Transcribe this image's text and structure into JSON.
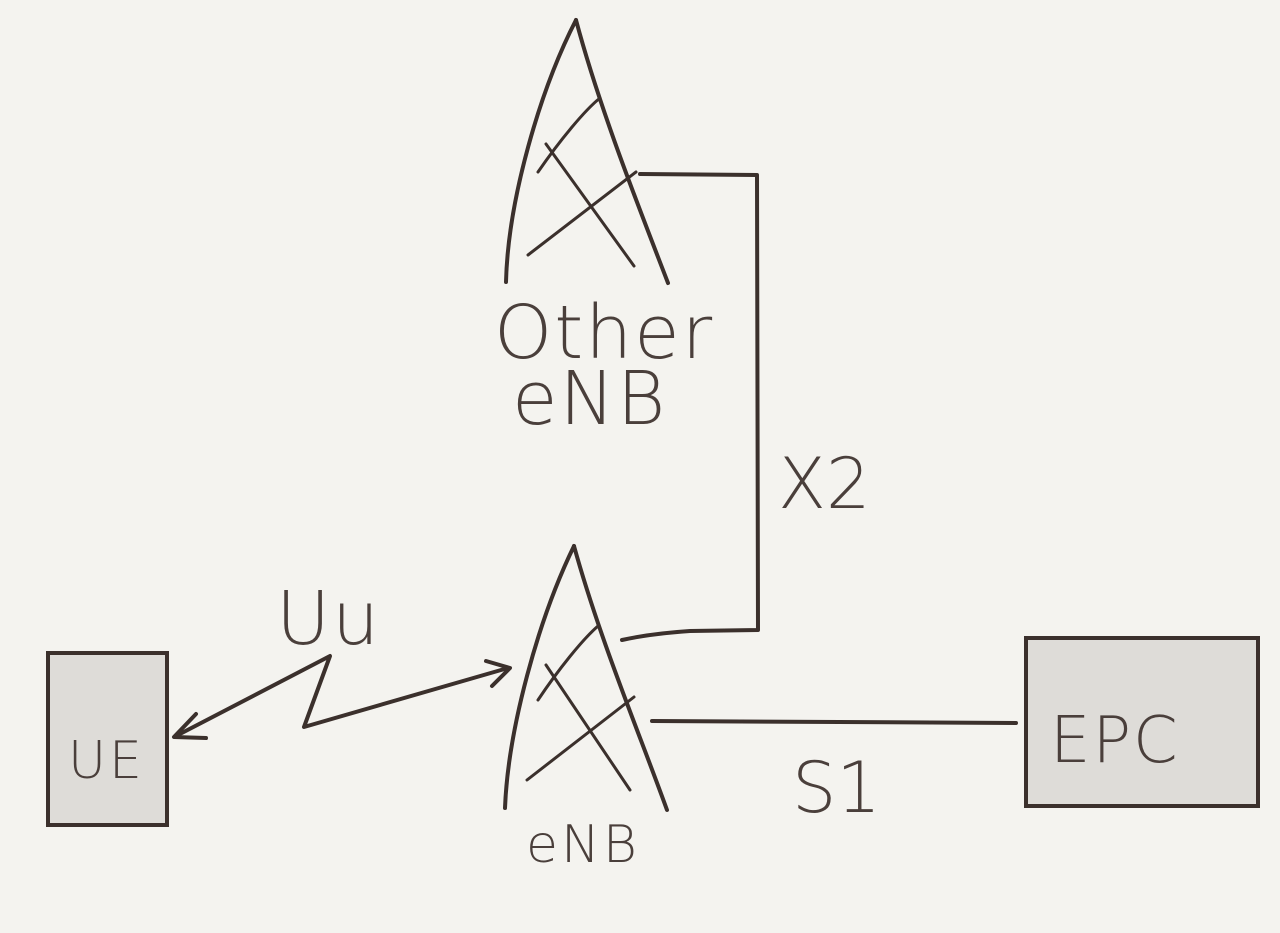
{
  "nodes": {
    "ue": {
      "label": "UE"
    },
    "enb": {
      "label": "eNB"
    },
    "other_enb": {
      "label_line1": "Other",
      "label_line2": "eNB"
    },
    "epc": {
      "label": "EPC"
    }
  },
  "interfaces": {
    "uu": {
      "label": "Uu"
    },
    "x2": {
      "label": "X2"
    },
    "s1": {
      "label": "S1"
    }
  },
  "colors": {
    "background": "#f4f3ef",
    "ink": "#3b302c",
    "box_fill": "#dedcd8"
  }
}
